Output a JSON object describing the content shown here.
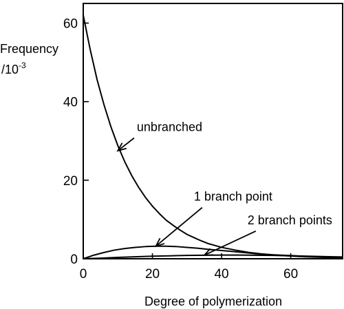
{
  "chart_data": {
    "type": "line",
    "title": "",
    "xlabel": "Degree of polymerization",
    "ylabel": "Frequency",
    "ylabel_unit": "/10",
    "ylabel_unit_exp": "-3",
    "xlim": [
      0,
      75
    ],
    "ylim": [
      0,
      65
    ],
    "xticks": [
      0,
      20,
      40,
      60
    ],
    "yticks": [
      0,
      20,
      40,
      60
    ],
    "grid": false,
    "legend": "none",
    "color": "#000000",
    "series": [
      {
        "name": "unbranched",
        "x": [
          0,
          2,
          4,
          6,
          8,
          10,
          12,
          14,
          16,
          18,
          20,
          22,
          24,
          26,
          28,
          30,
          32,
          34,
          36,
          38,
          40,
          44,
          48,
          52,
          56,
          60,
          64,
          68,
          72,
          75
        ],
        "y": [
          62,
          53.3,
          45.6,
          39.2,
          33.6,
          28.8,
          24.7,
          21.2,
          18.2,
          15.6,
          13.4,
          11.5,
          9.8,
          8.5,
          7.3,
          6.2,
          5.4,
          4.6,
          3.9,
          3.4,
          2.9,
          2.2,
          1.6,
          1.2,
          0.9,
          0.7,
          0.5,
          0.4,
          0.3,
          0.2
        ]
      },
      {
        "name": "1 branch point",
        "x": [
          0,
          3,
          6,
          9,
          12,
          15,
          18,
          21,
          24,
          27,
          30,
          33,
          36,
          40,
          45,
          50,
          55,
          60,
          65,
          70,
          75
        ],
        "y": [
          0,
          0.9,
          1.6,
          2.2,
          2.6,
          2.9,
          3.1,
          3.2,
          3.2,
          3.1,
          2.9,
          2.7,
          2.4,
          2.1,
          1.7,
          1.3,
          1.0,
          0.8,
          0.6,
          0.4,
          0.3
        ]
      },
      {
        "name": "2 branch points",
        "x": [
          0,
          5,
          10,
          15,
          20,
          25,
          30,
          35,
          40,
          45,
          50,
          55,
          60,
          65,
          70,
          75
        ],
        "y": [
          0,
          0.15,
          0.35,
          0.5,
          0.65,
          0.75,
          0.85,
          0.9,
          0.95,
          0.95,
          0.9,
          0.85,
          0.75,
          0.65,
          0.55,
          0.45
        ]
      }
    ],
    "annotations": [
      {
        "text": "unbranched",
        "series": "unbranched",
        "point_x": 10,
        "point_y": 27.5,
        "text_x": 15.5,
        "text_y": 32.5
      },
      {
        "text": "1 branch point",
        "series": "1 branch point",
        "point_x": 21,
        "point_y": 3.2,
        "text_x": 32,
        "text_y": 14.8
      },
      {
        "text": "2 branch points",
        "series": "2 branch points",
        "point_x": 35,
        "point_y": 0.9,
        "text_x": 47.5,
        "text_y": 8.8
      }
    ]
  }
}
